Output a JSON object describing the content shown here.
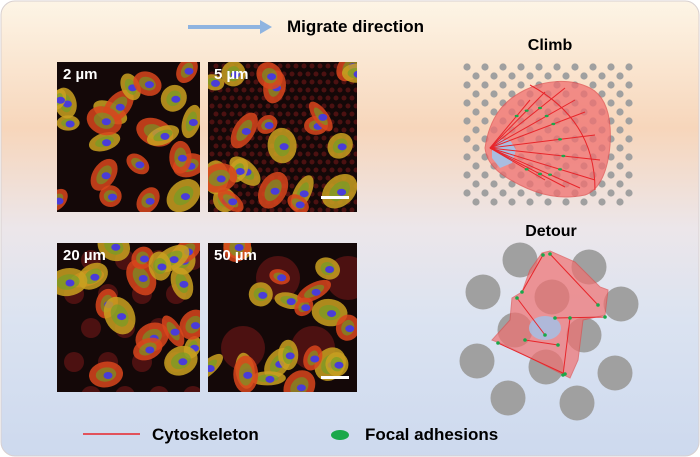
{
  "header": {
    "arrow_label": "Migrate direction",
    "arrow_color": "#8fb4e0"
  },
  "panels": [
    {
      "label": "2 µm",
      "scale_bar": false,
      "pillar": "fine"
    },
    {
      "label": "5 µm",
      "scale_bar": true,
      "pillar": "small"
    },
    {
      "label": "20 µm",
      "scale_bar": false,
      "pillar": "medium"
    },
    {
      "label": "50 µm",
      "scale_bar": true,
      "pillar": "large"
    }
  ],
  "schematics": {
    "climb_title": "Climb",
    "detour_title": "Detour"
  },
  "legend": {
    "cytoskeleton_label": "Cytoskeleton",
    "cytoskeleton_color": "#e8252a",
    "focal_label": "Focal adhesions",
    "focal_color": "#1aa84a"
  },
  "colors": {
    "pillar": "#a0a0a0",
    "cell": "#f08080",
    "nucleus": "#a9bde0"
  }
}
